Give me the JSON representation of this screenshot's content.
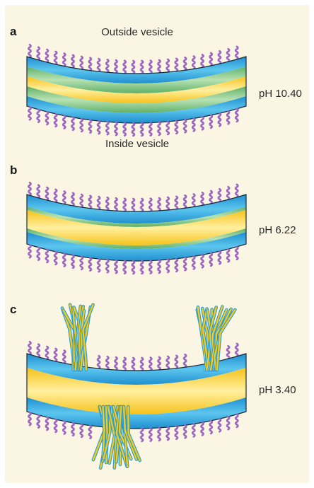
{
  "panels": [
    {
      "letter": "a",
      "ph": "pH 10.40",
      "top_caption": "Outside vesicle",
      "bottom_caption": "Inside vesicle"
    },
    {
      "letter": "b",
      "ph": "pH 6.22"
    },
    {
      "letter": "c",
      "ph": "pH 3.40"
    }
  ],
  "colors": {
    "background": "#fbf5e4",
    "blue_layer": "#29a9df",
    "green_layer": "#8fcf8e",
    "yellow_core": "#ffd21f",
    "lipid_tail": "#9a66c0",
    "fibre_yellow": "#f0cc1e",
    "fibre_blue": "#2a9bd8"
  }
}
